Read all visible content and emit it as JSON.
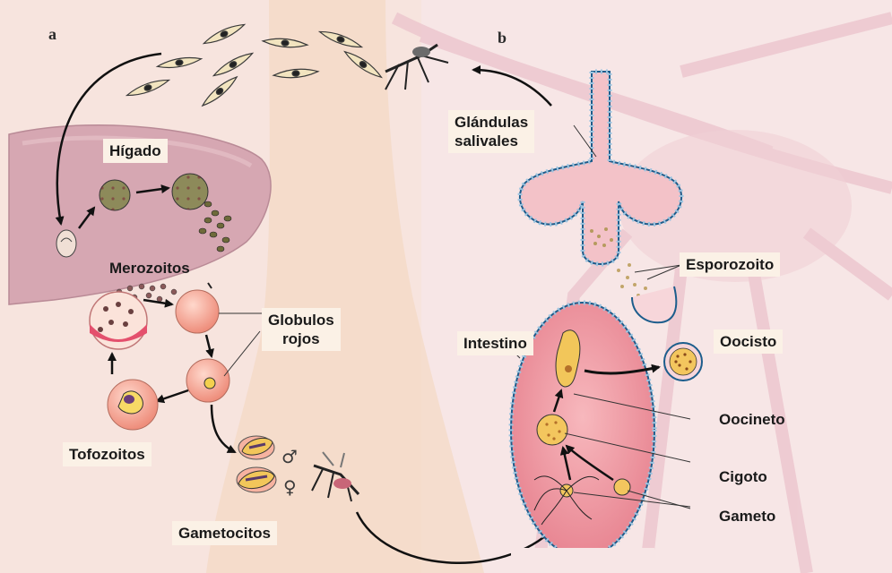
{
  "panels": {
    "a": "a",
    "b": "b"
  },
  "labels": {
    "higado": "Hígado",
    "merozoitos": "Merozoitos",
    "globulos_line1": "Globulos",
    "globulos_line2": "rojos",
    "tofozoitos": "Tofozoitos",
    "gametocitos": "Gametocitos",
    "glandulas_line1": "Glándulas",
    "glandulas_line2": "salivales",
    "esporozoito": "Esporozoito",
    "intestino": "Intestino",
    "oocisto": "Oocisto",
    "oocineto": "Oocineto",
    "cigoto": "Cigoto",
    "gameto": "Gameto"
  },
  "symbols": {
    "male": "♂",
    "female": "♀"
  },
  "colors": {
    "background": "#f7e6e6",
    "liver": "#d6a7b2",
    "red_cell": "#f3a796",
    "gut_lumen": "#ef9ea8",
    "membrane_dots": "#8fb8d8",
    "parasite_yellow": "#f1c45d",
    "label_box": "#fbf1e6"
  }
}
